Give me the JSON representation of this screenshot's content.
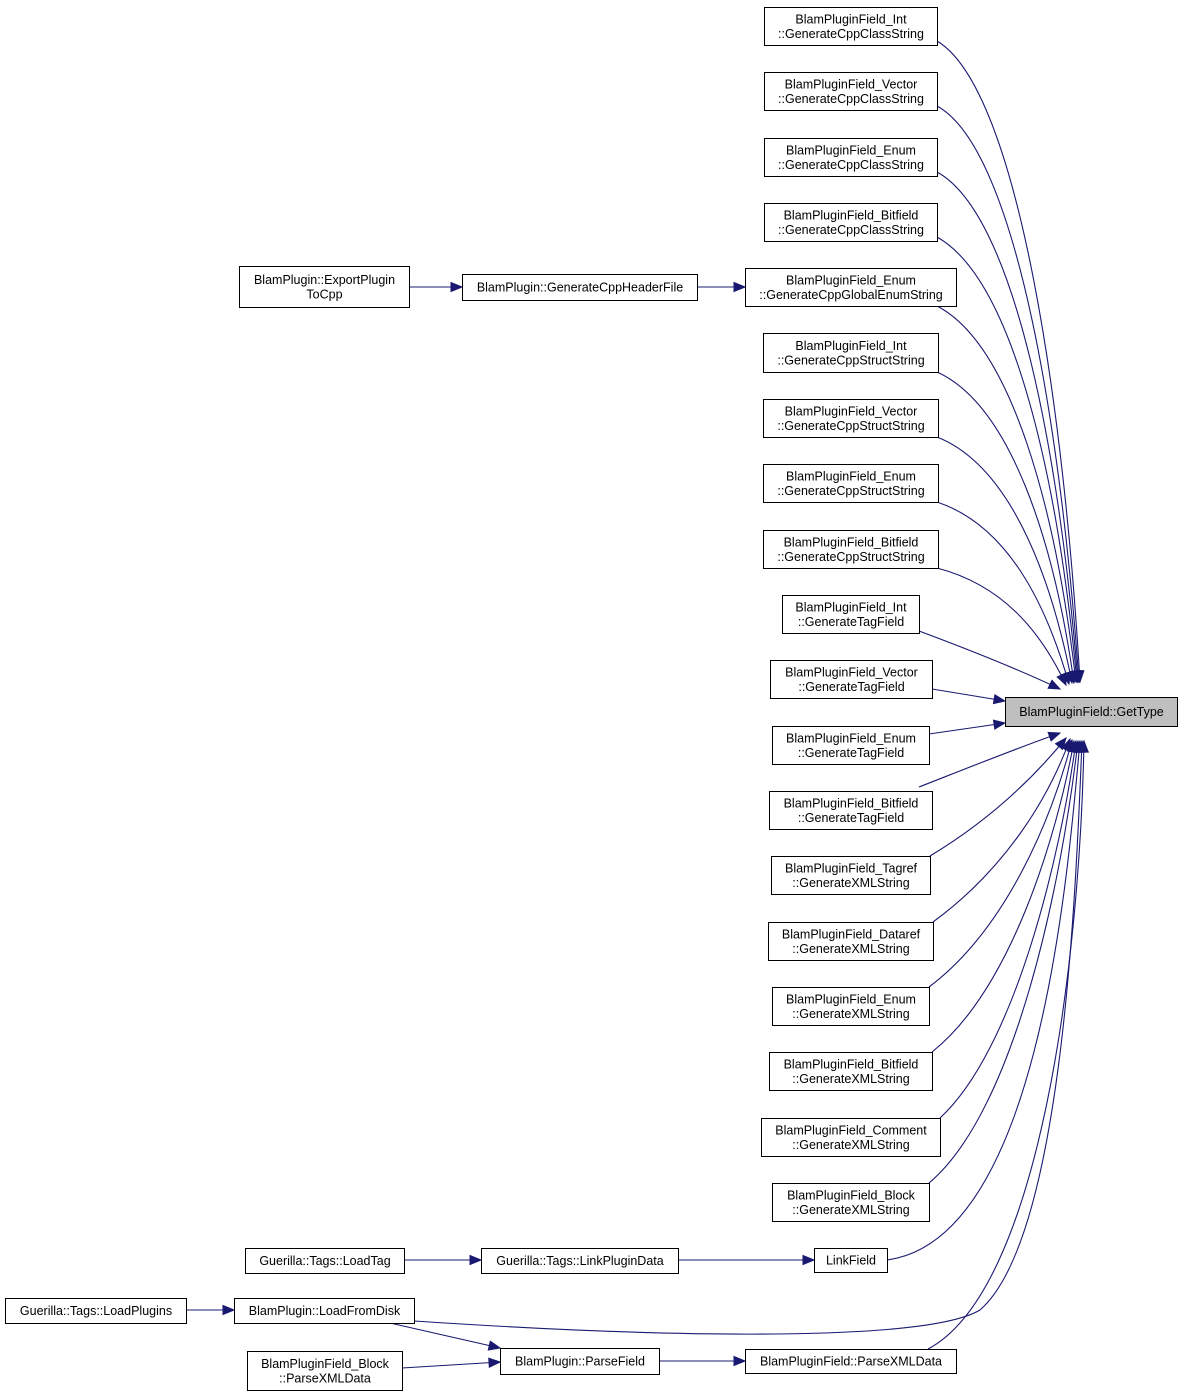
{
  "colors": {
    "edge": "#191970",
    "focus_fill": "#bfbfbf",
    "node_border": "#000000"
  },
  "nodes": [
    {
      "id": "gettype",
      "lines": [
        "BlamPluginField::GetType"
      ],
      "focus": true
    },
    {
      "id": "int_class",
      "lines": [
        "BlamPluginField_Int",
        "::GenerateCppClassString"
      ]
    },
    {
      "id": "vec_class",
      "lines": [
        "BlamPluginField_Vector",
        "::GenerateCppClassString"
      ]
    },
    {
      "id": "enum_class",
      "lines": [
        "BlamPluginField_Enum",
        "::GenerateCppClassString"
      ]
    },
    {
      "id": "bit_class",
      "lines": [
        "BlamPluginField_Bitfield",
        "::GenerateCppClassString"
      ]
    },
    {
      "id": "enum_global",
      "lines": [
        "BlamPluginField_Enum",
        "::GenerateCppGlobalEnumString"
      ]
    },
    {
      "id": "int_struct",
      "lines": [
        "BlamPluginField_Int",
        "::GenerateCppStructString"
      ]
    },
    {
      "id": "vec_struct",
      "lines": [
        "BlamPluginField_Vector",
        "::GenerateCppStructString"
      ]
    },
    {
      "id": "enum_struct",
      "lines": [
        "BlamPluginField_Enum",
        "::GenerateCppStructString"
      ]
    },
    {
      "id": "bit_struct",
      "lines": [
        "BlamPluginField_Bitfield",
        "::GenerateCppStructString"
      ]
    },
    {
      "id": "int_tag",
      "lines": [
        "BlamPluginField_Int",
        "::GenerateTagField"
      ]
    },
    {
      "id": "vec_tag",
      "lines": [
        "BlamPluginField_Vector",
        "::GenerateTagField"
      ]
    },
    {
      "id": "enum_tag",
      "lines": [
        "BlamPluginField_Enum",
        "::GenerateTagField"
      ]
    },
    {
      "id": "bit_tag",
      "lines": [
        "BlamPluginField_Bitfield",
        "::GenerateTagField"
      ]
    },
    {
      "id": "tagref_xml",
      "lines": [
        "BlamPluginField_Tagref",
        "::GenerateXMLString"
      ]
    },
    {
      "id": "dataref_xml",
      "lines": [
        "BlamPluginField_Dataref",
        "::GenerateXMLString"
      ]
    },
    {
      "id": "enum_xml",
      "lines": [
        "BlamPluginField_Enum",
        "::GenerateXMLString"
      ]
    },
    {
      "id": "bit_xml",
      "lines": [
        "BlamPluginField_Bitfield",
        "::GenerateXMLString"
      ]
    },
    {
      "id": "comment_xml",
      "lines": [
        "BlamPluginField_Comment",
        "::GenerateXMLString"
      ]
    },
    {
      "id": "block_xml",
      "lines": [
        "BlamPluginField_Block",
        "::GenerateXMLString"
      ]
    },
    {
      "id": "linkfield",
      "lines": [
        "LinkField"
      ]
    },
    {
      "id": "loadfromdisk",
      "lines": [
        "BlamPlugin::LoadFromDisk"
      ]
    },
    {
      "id": "parsexml",
      "lines": [
        "BlamPluginField::ParseXMLData"
      ]
    },
    {
      "id": "headerfile",
      "lines": [
        "BlamPlugin::GenerateCppHeaderFile"
      ]
    },
    {
      "id": "exportcpp",
      "lines": [
        "BlamPlugin::ExportPlugin",
        "ToCpp"
      ]
    },
    {
      "id": "linkplugindata",
      "lines": [
        "Guerilla::Tags::LinkPluginData"
      ]
    },
    {
      "id": "loadtag",
      "lines": [
        "Guerilla::Tags::LoadTag"
      ]
    },
    {
      "id": "loadplugins",
      "lines": [
        "Guerilla::Tags::LoadPlugins"
      ]
    },
    {
      "id": "parsefield",
      "lines": [
        "BlamPlugin::ParseField"
      ]
    },
    {
      "id": "block_parse",
      "lines": [
        "BlamPluginField_Block",
        "::ParseXMLData"
      ]
    }
  ],
  "edges": [
    {
      "from": "int_class",
      "to": "gettype"
    },
    {
      "from": "vec_class",
      "to": "gettype"
    },
    {
      "from": "enum_class",
      "to": "gettype"
    },
    {
      "from": "bit_class",
      "to": "gettype"
    },
    {
      "from": "enum_global",
      "to": "gettype"
    },
    {
      "from": "int_struct",
      "to": "gettype"
    },
    {
      "from": "vec_struct",
      "to": "gettype"
    },
    {
      "from": "enum_struct",
      "to": "gettype"
    },
    {
      "from": "bit_struct",
      "to": "gettype"
    },
    {
      "from": "int_tag",
      "to": "gettype"
    },
    {
      "from": "vec_tag",
      "to": "gettype"
    },
    {
      "from": "enum_tag",
      "to": "gettype"
    },
    {
      "from": "bit_tag",
      "to": "gettype"
    },
    {
      "from": "tagref_xml",
      "to": "gettype"
    },
    {
      "from": "dataref_xml",
      "to": "gettype"
    },
    {
      "from": "enum_xml",
      "to": "gettype"
    },
    {
      "from": "bit_xml",
      "to": "gettype"
    },
    {
      "from": "comment_xml",
      "to": "gettype"
    },
    {
      "from": "block_xml",
      "to": "gettype"
    },
    {
      "from": "linkfield",
      "to": "gettype"
    },
    {
      "from": "loadfromdisk",
      "to": "gettype"
    },
    {
      "from": "parsexml",
      "to": "gettype"
    },
    {
      "from": "headerfile",
      "to": "enum_global"
    },
    {
      "from": "exportcpp",
      "to": "headerfile"
    },
    {
      "from": "linkplugindata",
      "to": "linkfield"
    },
    {
      "from": "loadtag",
      "to": "linkplugindata"
    },
    {
      "from": "loadplugins",
      "to": "loadfromdisk"
    },
    {
      "from": "loadfromdisk",
      "to": "parsefield"
    },
    {
      "from": "parsefield",
      "to": "parsexml"
    },
    {
      "from": "block_parse",
      "to": "parsefield"
    }
  ]
}
